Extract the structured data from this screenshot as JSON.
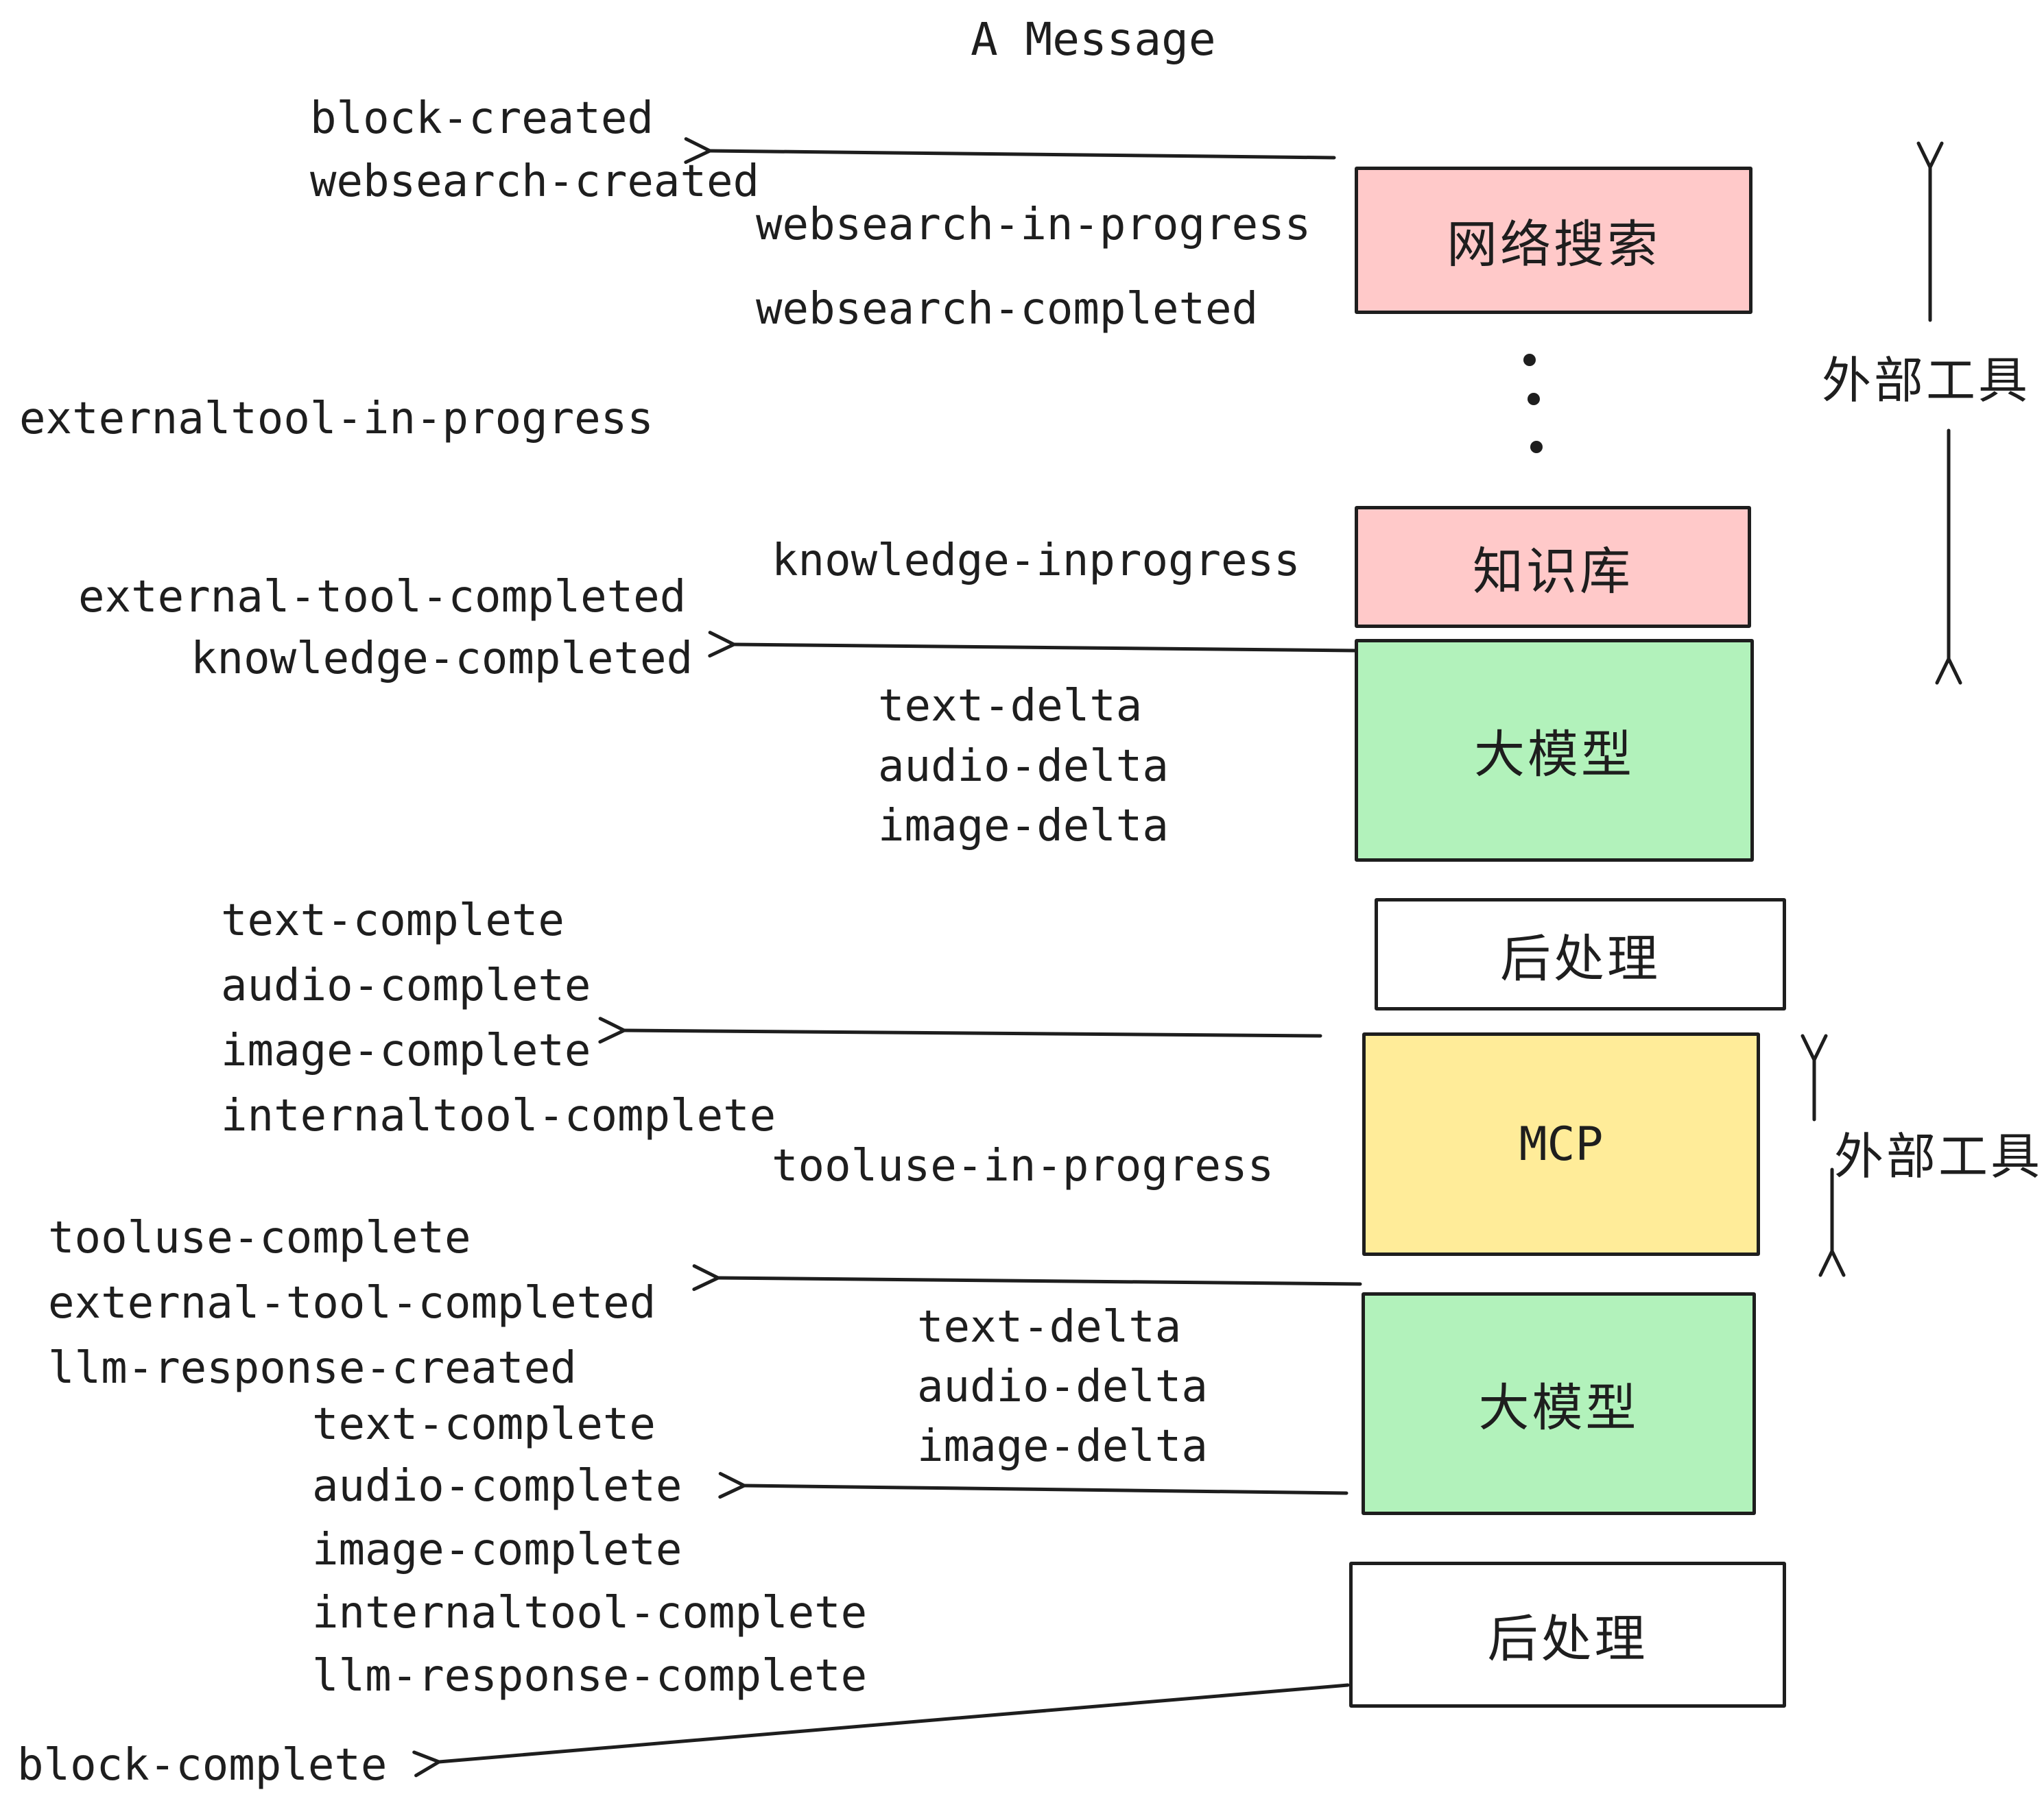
{
  "title": "A Message",
  "colors": {
    "pink": "#ffc9c9",
    "green": "#b2f2bb",
    "yellow": "#ffec99",
    "white": "#ffffff",
    "stroke": "#1e1e1e"
  },
  "boxes": {
    "websearch": {
      "label": "网络搜索"
    },
    "knowledge": {
      "label": "知识库"
    },
    "llm_top": {
      "label": "大模型"
    },
    "post_top": {
      "label": "后处理"
    },
    "mcp": {
      "label": "MCP"
    },
    "llm_bottom": {
      "label": "大模型"
    },
    "post_bottom": {
      "label": "后处理"
    }
  },
  "side_labels": {
    "external_tools_top": "外部工具",
    "external_tools_bottom": "外部工具"
  },
  "events": {
    "block_created": "block-created",
    "websearch_created": "websearch-created",
    "websearch_in_progress": "websearch-in-progress",
    "websearch_completed": "websearch-completed",
    "externaltool_in_progress": "externaltool-in-progress",
    "knowledge_inprogress": "knowledge-inprogress",
    "external_tool_completed": "external-tool-completed",
    "knowledge_completed": "knowledge-completed",
    "text_delta": "text-delta",
    "audio_delta": "audio-delta",
    "image_delta": "image-delta",
    "text_complete": "text-complete",
    "audio_complete": "audio-complete",
    "image_complete": "image-complete",
    "internaltool_complete": "internaltool-complete",
    "tooluse_in_progress": "tooluse-in-progress",
    "tooluse_complete": "tooluse-complete",
    "llm_response_created": "llm-response-created",
    "llm_response_complete": "llm-response-complete",
    "block_complete": "block-complete"
  }
}
